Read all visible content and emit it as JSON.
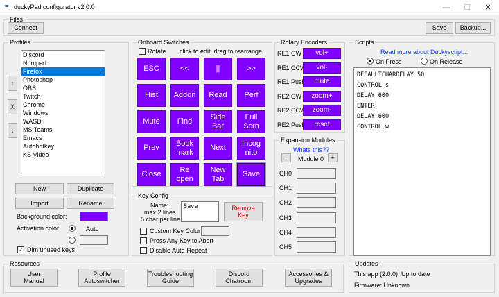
{
  "window": {
    "title": "duckyPad configurator v2.0.0",
    "minimize_glyph": "—",
    "maximize_glyph": "☐",
    "close_glyph": "✕"
  },
  "files": {
    "legend": "Files",
    "connect": "Connect",
    "save": "Save",
    "backup": "Backup..."
  },
  "profiles": {
    "legend": "Profiles",
    "items": [
      "Discord",
      "Numpad",
      "Firefox",
      "Photoshop",
      "OBS",
      "Twitch",
      "Chrome",
      "Windows",
      "WASD",
      "MS Teams",
      "Emacs",
      "Autohotkey",
      "KS Video"
    ],
    "selected": "Firefox",
    "up": "↑",
    "remove": "X",
    "down": "↓",
    "new": "New",
    "duplicate": "Duplicate",
    "import": "Import",
    "rename": "Rename",
    "bg_color_label": "Background color:",
    "activation_color_label": "Activation color:",
    "auto_label": "Auto",
    "dim_unused": "Dim unused keys",
    "bg_color": "#8000ff"
  },
  "onboard": {
    "legend": "Onboard Switches",
    "rotate": "Rotate",
    "hint": "click to edit, drag to rearrange",
    "keys": [
      "ESC",
      "<<",
      "||",
      ">>",
      "Hist",
      "Addon",
      "Read",
      "Perf",
      "Mute",
      "Find",
      "Side\nBar",
      "Full\nScrn",
      "Prev",
      "Book\nmark",
      "Next",
      "Incog\nnito",
      "Close",
      "Re\nopen",
      "New\nTab",
      "Save"
    ],
    "key_color": "#8000ff"
  },
  "keyconfig": {
    "legend": "Key Config",
    "name_label": "Name:",
    "limit1": "max 2 lines",
    "limit2": "5 char per line",
    "name_value": "Save",
    "remove_key": "Remove\nKey",
    "custom_color": "Custom Key Color",
    "press_any": "Press Any Key to Abort",
    "disable_repeat": "Disable Auto-Repeat"
  },
  "rotary": {
    "legend": "Rotary Encoders",
    "rows": [
      {
        "label": "RE1 CW",
        "value": "vol+"
      },
      {
        "label": "RE1 CCW",
        "value": "vol-"
      },
      {
        "label": "RE1 Push",
        "value": "mute"
      },
      {
        "label": "RE2 CW",
        "value": "zoom+"
      },
      {
        "label": "RE2 CCW",
        "value": "zoom-"
      },
      {
        "label": "RE2 Push",
        "value": "reset"
      }
    ]
  },
  "expansion": {
    "legend": "Expansion Modules",
    "whats_this": "Whats this??",
    "minus": "-",
    "module": "Module 0",
    "plus": "+",
    "channels": [
      "CH0",
      "CH1",
      "CH2",
      "CH3",
      "CH4",
      "CH5"
    ]
  },
  "scripts": {
    "legend": "Scripts",
    "read_more": "Read more about Duckyscript...",
    "on_press": "On Press",
    "on_release": "On Release",
    "lines": [
      "DEFAULTCHARDELAY 50",
      "CONTROL s",
      "DELAY 600",
      "ENTER",
      "DELAY 600",
      "CONTROL w"
    ]
  },
  "resources": {
    "legend": "Resources",
    "buttons": [
      "User\nManual",
      "Profile\nAutoswitcher",
      "Troubleshooting\nGuide",
      "Discord\nChatroom",
      "Accessories &\nUpgrades"
    ]
  },
  "updates": {
    "legend": "Updates",
    "app": "This app (2.0.0): Up to date",
    "firmware": "Firmware: Unknown"
  }
}
